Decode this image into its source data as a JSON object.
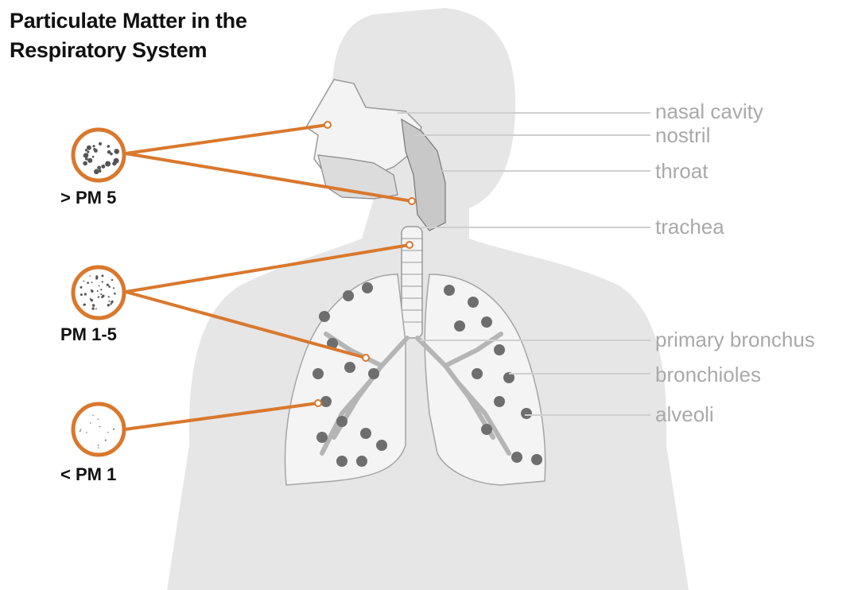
{
  "title": {
    "line1": "Particulate Matter in the",
    "line2": "Respiratory System"
  },
  "particle_sizes": [
    {
      "label": "> PM 5"
    },
    {
      "label": "PM 1-5"
    },
    {
      "label": "< PM 1"
    }
  ],
  "organ_labels": [
    {
      "label": "nasal cavity"
    },
    {
      "label": "nostril"
    },
    {
      "label": "throat"
    },
    {
      "label": "trachea"
    },
    {
      "label": "primary bronchus"
    },
    {
      "label": "bronchioles"
    },
    {
      "label": "alveoli"
    }
  ],
  "colors": {
    "accent": "#d9782d",
    "body_fill": "#e6e6e6",
    "organ_label": "#a9a9a9",
    "lung_fill": "#f4f4f4",
    "alveoli_fill": "#6e6e6e"
  }
}
